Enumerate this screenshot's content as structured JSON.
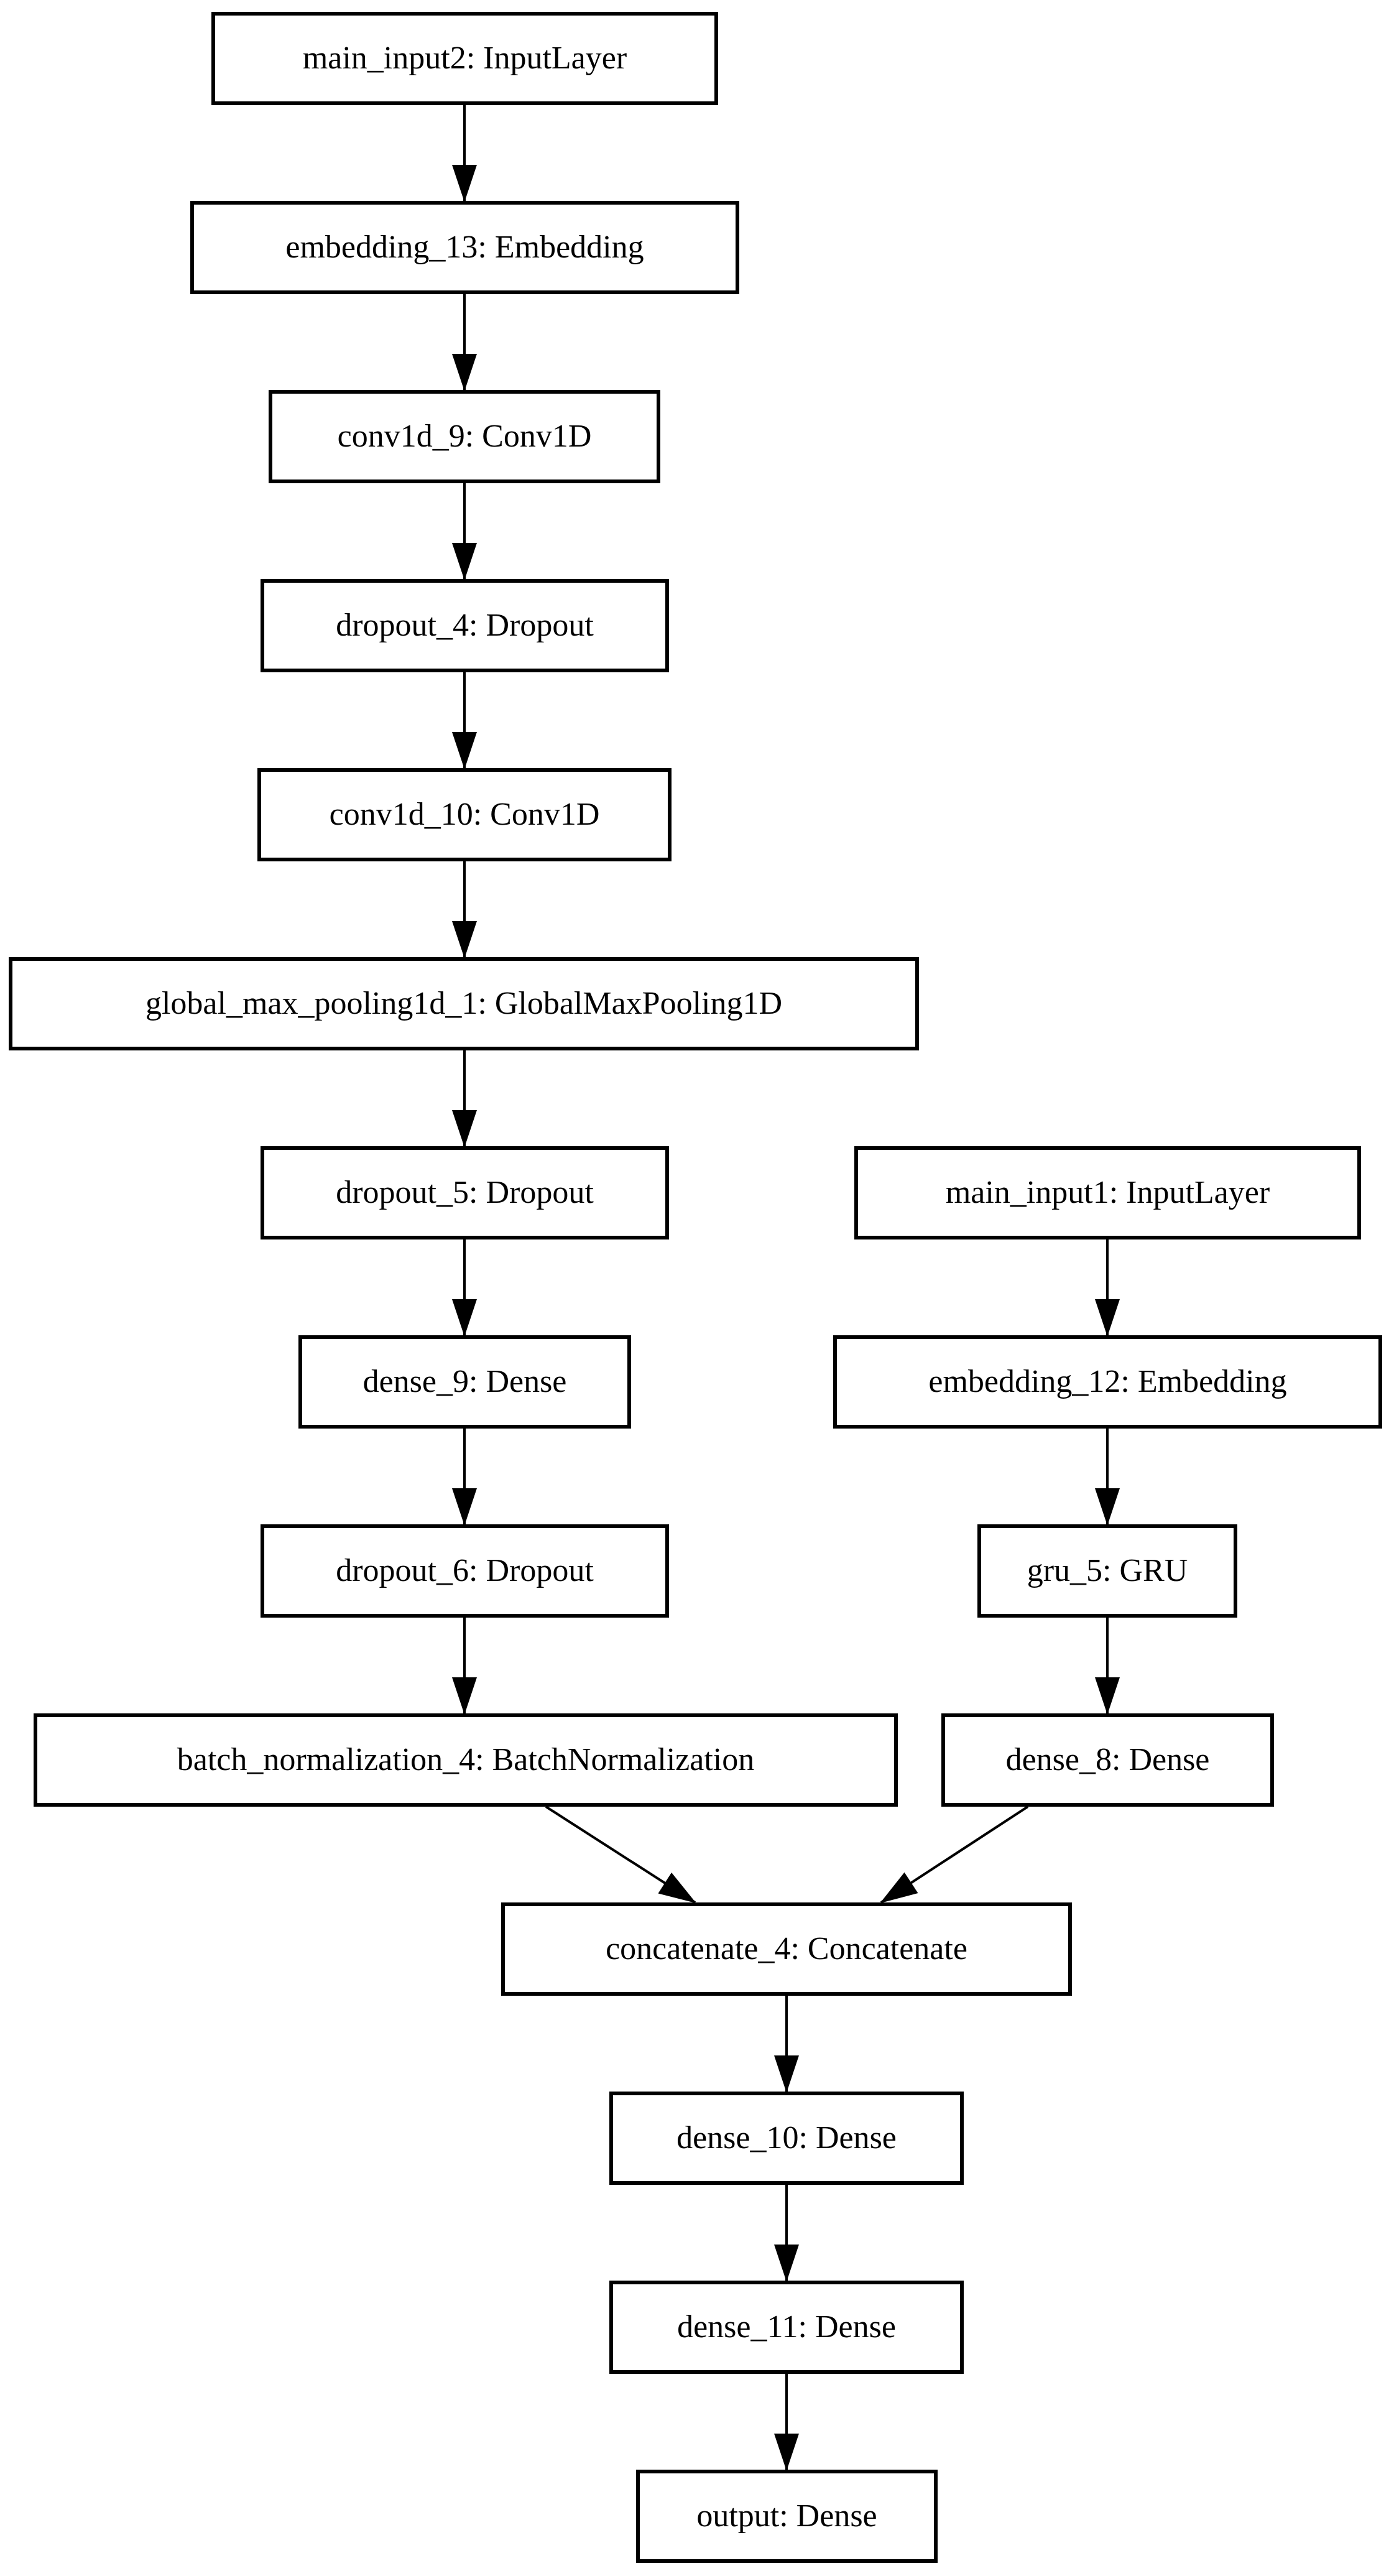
{
  "diagram": {
    "type": "keras-model-plot",
    "colors": {
      "background": "#ffffff",
      "node_fill": "#ffffff",
      "node_border": "#000000",
      "edge": "#000000",
      "text": "#000000"
    },
    "nodes": [
      {
        "id": "main_input2",
        "label": "main_input2: InputLayer"
      },
      {
        "id": "embedding_13",
        "label": "embedding_13: Embedding"
      },
      {
        "id": "conv1d_9",
        "label": "conv1d_9: Conv1D"
      },
      {
        "id": "dropout_4",
        "label": "dropout_4: Dropout"
      },
      {
        "id": "conv1d_10",
        "label": "conv1d_10: Conv1D"
      },
      {
        "id": "global_max_pooling1d_1",
        "label": "global_max_pooling1d_1: GlobalMaxPooling1D"
      },
      {
        "id": "dropout_5",
        "label": "dropout_5: Dropout"
      },
      {
        "id": "main_input1",
        "label": "main_input1: InputLayer"
      },
      {
        "id": "dense_9",
        "label": "dense_9: Dense"
      },
      {
        "id": "embedding_12",
        "label": "embedding_12: Embedding"
      },
      {
        "id": "dropout_6",
        "label": "dropout_6: Dropout"
      },
      {
        "id": "gru_5",
        "label": "gru_5: GRU"
      },
      {
        "id": "batch_normalization_4",
        "label": "batch_normalization_4: BatchNormalization"
      },
      {
        "id": "dense_8",
        "label": "dense_8: Dense"
      },
      {
        "id": "concatenate_4",
        "label": "concatenate_4: Concatenate"
      },
      {
        "id": "dense_10",
        "label": "dense_10: Dense"
      },
      {
        "id": "dense_11",
        "label": "dense_11: Dense"
      },
      {
        "id": "output",
        "label": "output: Dense"
      }
    ],
    "edges": [
      {
        "from": "main_input2",
        "to": "embedding_13"
      },
      {
        "from": "embedding_13",
        "to": "conv1d_9"
      },
      {
        "from": "conv1d_9",
        "to": "dropout_4"
      },
      {
        "from": "dropout_4",
        "to": "conv1d_10"
      },
      {
        "from": "conv1d_10",
        "to": "global_max_pooling1d_1"
      },
      {
        "from": "global_max_pooling1d_1",
        "to": "dropout_5"
      },
      {
        "from": "dropout_5",
        "to": "dense_9"
      },
      {
        "from": "dense_9",
        "to": "dropout_6"
      },
      {
        "from": "dropout_6",
        "to": "batch_normalization_4"
      },
      {
        "from": "main_input1",
        "to": "embedding_12"
      },
      {
        "from": "embedding_12",
        "to": "gru_5"
      },
      {
        "from": "gru_5",
        "to": "dense_8"
      },
      {
        "from": "batch_normalization_4",
        "to": "concatenate_4"
      },
      {
        "from": "dense_8",
        "to": "concatenate_4"
      },
      {
        "from": "concatenate_4",
        "to": "dense_10"
      },
      {
        "from": "dense_10",
        "to": "dense_11"
      },
      {
        "from": "dense_11",
        "to": "output"
      }
    ]
  }
}
